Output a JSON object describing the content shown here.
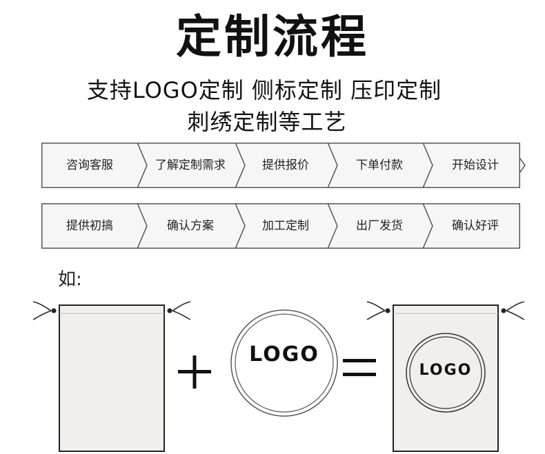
{
  "header": {
    "title": "定制流程",
    "subtitle_line1": "支持LOGO定制 侧标定制 压印定制",
    "subtitle_line2": "刺绣定制等工艺"
  },
  "flow": {
    "row1": [
      "咨询客服",
      "了解定制需求",
      "提供报价",
      "下单付款",
      "开始设计"
    ],
    "row2": [
      "提供初搞",
      "确认方案",
      "加工定制",
      "出厂发货",
      "确认好评"
    ]
  },
  "example": {
    "label": "如:",
    "logo_text": "LOGO",
    "logo_text_on_bag": "LOGO",
    "bag_color": "#f1efeb",
    "plus": "+",
    "equals": "="
  }
}
